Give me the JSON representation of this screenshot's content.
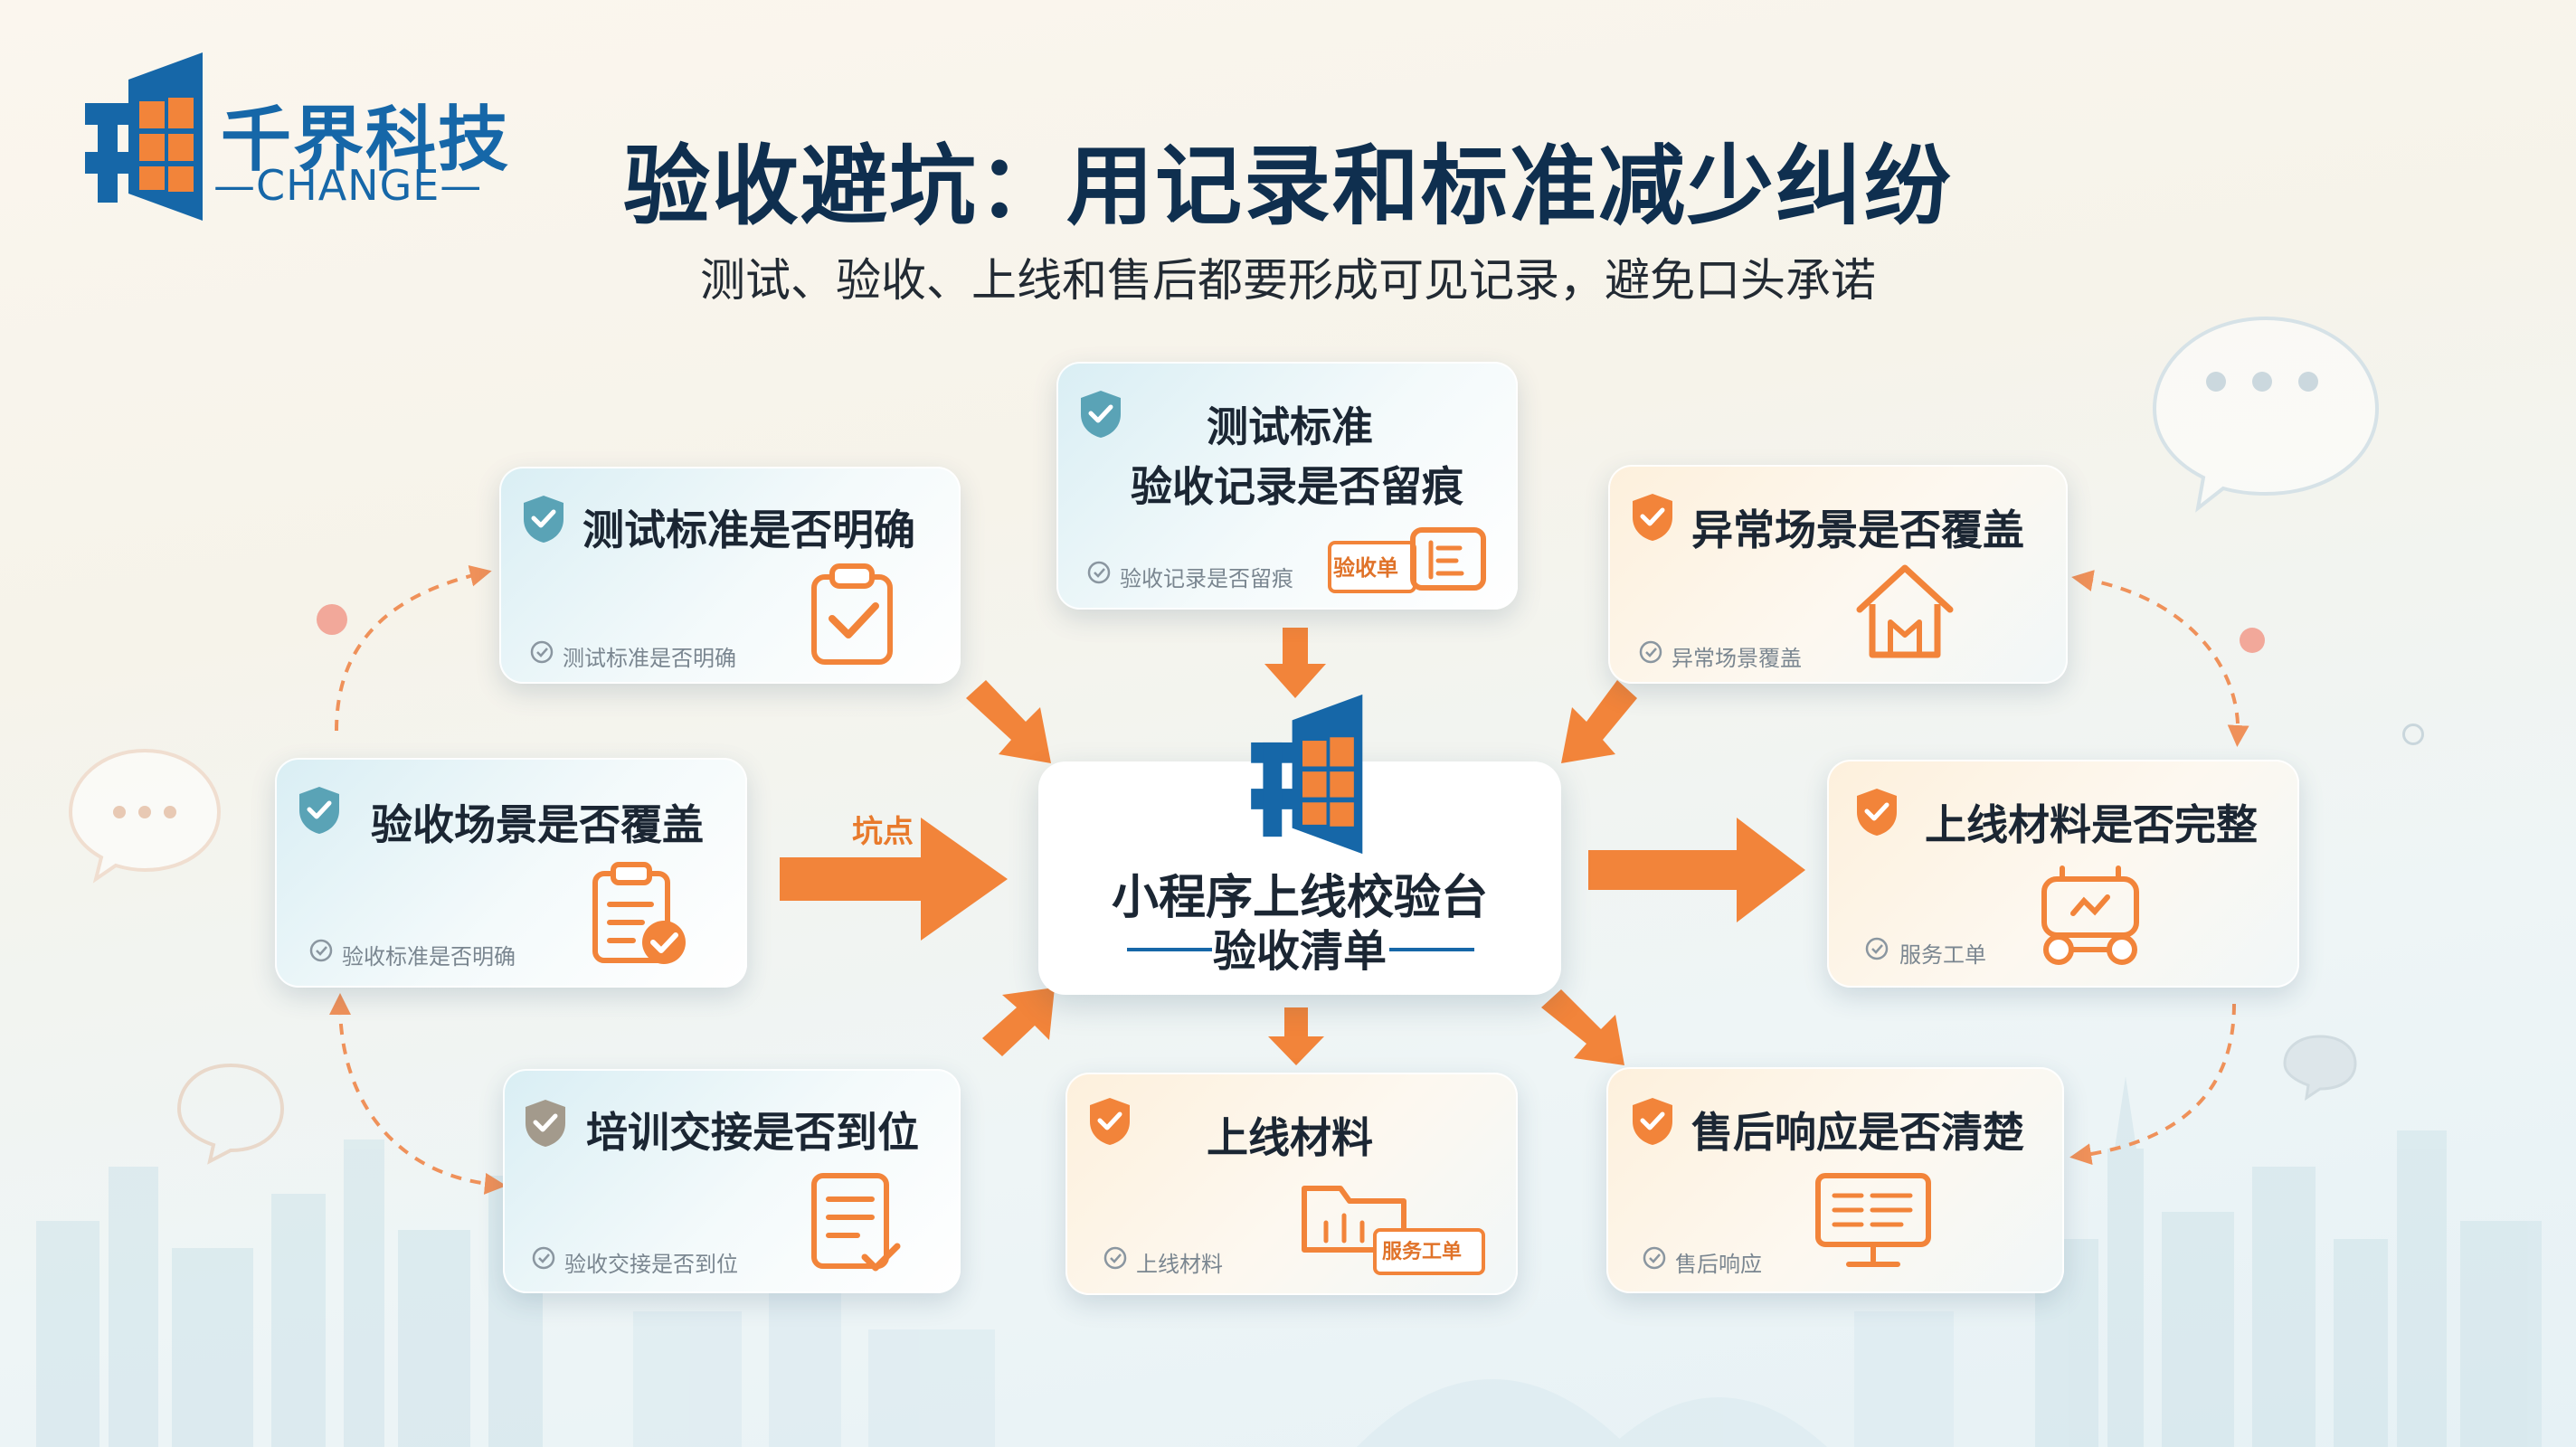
{
  "colors": {
    "brand_blue": "#1667a8",
    "accent_orange": "#f2843a",
    "title_dark": "#0f2f4f",
    "teal_shield": "#5aa3b6",
    "orange_shield": "#f2843a"
  },
  "logo": {
    "cn": "千界科技",
    "en": "—CHANGE—"
  },
  "header": {
    "title": "验收避坑：用记录和标准减少纠纷",
    "subtitle": "测试、验收、上线和售后都要形成可见记录，避免口头承诺"
  },
  "center": {
    "title": "小程序上线校验台",
    "subtitle": "验收清单"
  },
  "arrow_label": "坑点",
  "cards": [
    {
      "id": "test-standard",
      "title": "测试标准是否明确",
      "caption": "测试标准是否明确",
      "icon": "clipboard-check-icon"
    },
    {
      "id": "test-record",
      "title": "测试标准",
      "title2": "验收记录是否留痕",
      "caption": "验收记录是否留痕",
      "badge": "验收单",
      "icon": "receipt-icon"
    },
    {
      "id": "exception",
      "title": "异常场景是否覆盖",
      "caption": "异常场景覆盖",
      "icon": "house-icon"
    },
    {
      "id": "acceptance-scene",
      "title": "验收场景是否覆盖",
      "caption": "验收标准是否明确",
      "icon": "clipboard-check-icon"
    },
    {
      "id": "launch-complete",
      "title": "上线材料是否完整",
      "caption": "服务工单",
      "icon": "delivery-cart-icon"
    },
    {
      "id": "training",
      "title": "培训交接是否到位",
      "caption": "验收交接是否到位",
      "icon": "document-check-icon"
    },
    {
      "id": "launch-materials",
      "title": "上线材料",
      "caption": "上线材料",
      "badge": "服务工单",
      "icon": "folder-icon"
    },
    {
      "id": "after-sales",
      "title": "售后响应是否清楚",
      "caption": "售后响应",
      "icon": "monitor-icon"
    }
  ]
}
